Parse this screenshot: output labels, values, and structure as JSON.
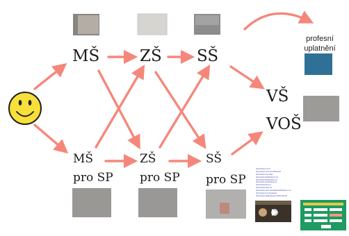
{
  "nodes": {
    "ms": "MŠ",
    "zs": "ZŠ",
    "ss": "SŠ",
    "vs": "VŠ",
    "vos": "VOŠ",
    "ms_sp": "MŠ",
    "zs_sp": "ZŠ",
    "ss_sp": "SŠ",
    "pro_sp_1": "pro SP",
    "pro_sp_2": "pro SP",
    "pro_sp_3": "pro SP",
    "profesni_1": "profesní",
    "profesni_2": "uplatnění"
  },
  "links": [
    "http://www.nuv.cz/",
    "http://www.msmt.cz/vzdelavani/",
    "http://www.nuv.cz/t/pj",
    "http://www.infoabsolvent.cz/",
    "http://www.atlasskolstvi.cz/",
    "http://www.vysokeskoly.cz/",
    "http://www.jobs.cz/",
    "http://www.prace.cz/",
    "http://www.msmt.cz/vzdelavani/skolstvi-v-cr/",
    "http://www.nuv.cz/vystupy/",
    "http://www.infoabsolvent.cz/Rozcestnik"
  ],
  "colors": {
    "arrow": "#f5877a",
    "smiley_fill": "#f7e03a",
    "smiley_stroke": "#222222",
    "text": "#1a1a1a",
    "photo_teal": "#2f7196",
    "web_green": "#1f9a62"
  }
}
